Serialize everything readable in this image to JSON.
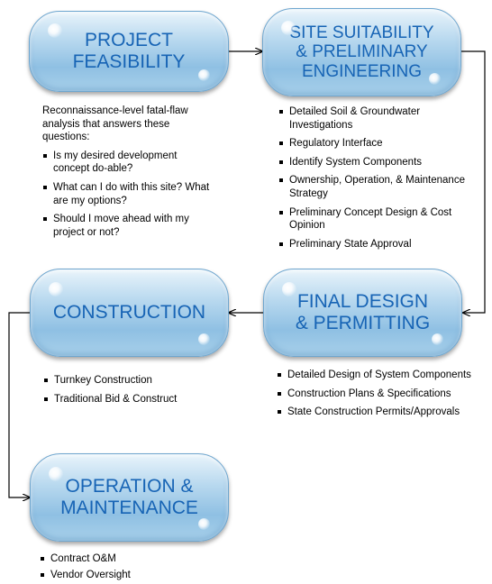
{
  "stages": {
    "feasibility": {
      "title": "PROJECT\nFEASIBILITY",
      "intro": "Reconnaissance-level fatal-flaw analysis that answers these questions:",
      "items": [
        "Is my desired development concept do-able?",
        "What can I do with this site? What are my options?",
        "Should I move ahead with my project or not?"
      ]
    },
    "site_suitability": {
      "title": "SITE SUITABILITY\n& PRELIMINARY\nENGINEERING",
      "items": [
        "Detailed Soil & Groundwater Investigations",
        "Regulatory Interface",
        "Identify System Components",
        "Ownership, Operation, & Maintenance Strategy",
        "Preliminary Concept Design & Cost Opinion",
        "Preliminary State Approval"
      ]
    },
    "final_design": {
      "title": "FINAL DESIGN\n& PERMITTING",
      "items": [
        "Detailed Design of System Components",
        "Construction Plans & Specifications",
        "State Construction Permits/Approvals"
      ]
    },
    "construction": {
      "title": "CONSTRUCTION",
      "items": [
        "Turnkey Construction",
        "Traditional Bid & Construct"
      ]
    },
    "operation": {
      "title": "OPERATION &\nMAINTENANCE",
      "items": [
        "Contract O&M",
        "Vendor Oversight"
      ]
    }
  },
  "colors": {
    "title_text": "#1764b5",
    "pill_border": "#6ea6cf",
    "pill_fill_light": "#e9f4fb",
    "pill_fill_dark": "#8fc0e3",
    "connector": "#000000"
  }
}
